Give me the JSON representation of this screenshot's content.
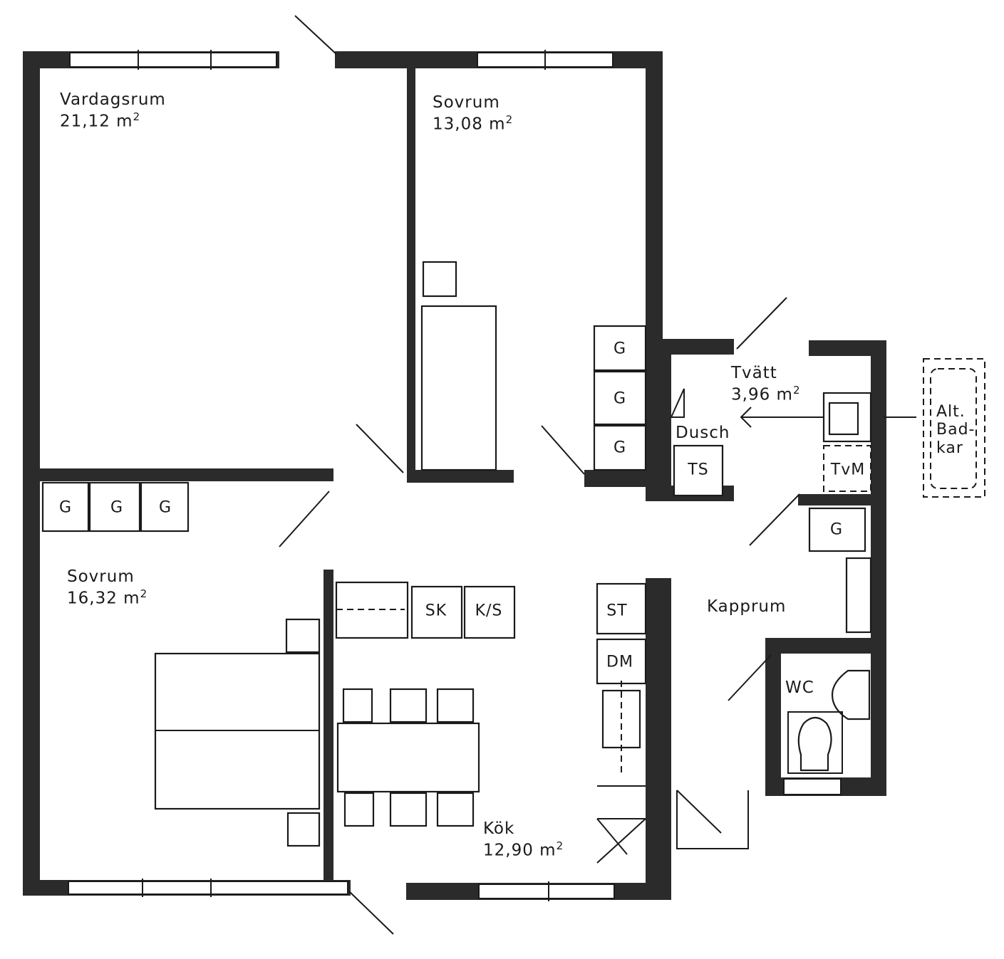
{
  "rooms": {
    "vardagsrum": {
      "name": "Vardagsrum",
      "area": "21,12 m",
      "exp": "2"
    },
    "sovrum1": {
      "name": "Sovrum",
      "area": "13,08 m",
      "exp": "2"
    },
    "sovrum2": {
      "name": "Sovrum",
      "area": "16,32 m",
      "exp": "2"
    },
    "tvatt": {
      "name": "Tvätt",
      "area": "3,96 m",
      "exp": "2"
    },
    "kok": {
      "name": "Kök",
      "area": "12,90 m",
      "exp": "2"
    },
    "kapprum": {
      "name": "Kapprum"
    },
    "wc": {
      "name": "WC"
    },
    "dusch": {
      "name": "Dusch"
    }
  },
  "fixtures": {
    "g": "G",
    "ts": "TS",
    "tvm": "TvM",
    "sk": "SK",
    "ks": "K/S",
    "st": "ST",
    "dm": "DM"
  },
  "alt_badkar": [
    "Alt.",
    "Bad-",
    "kar"
  ]
}
